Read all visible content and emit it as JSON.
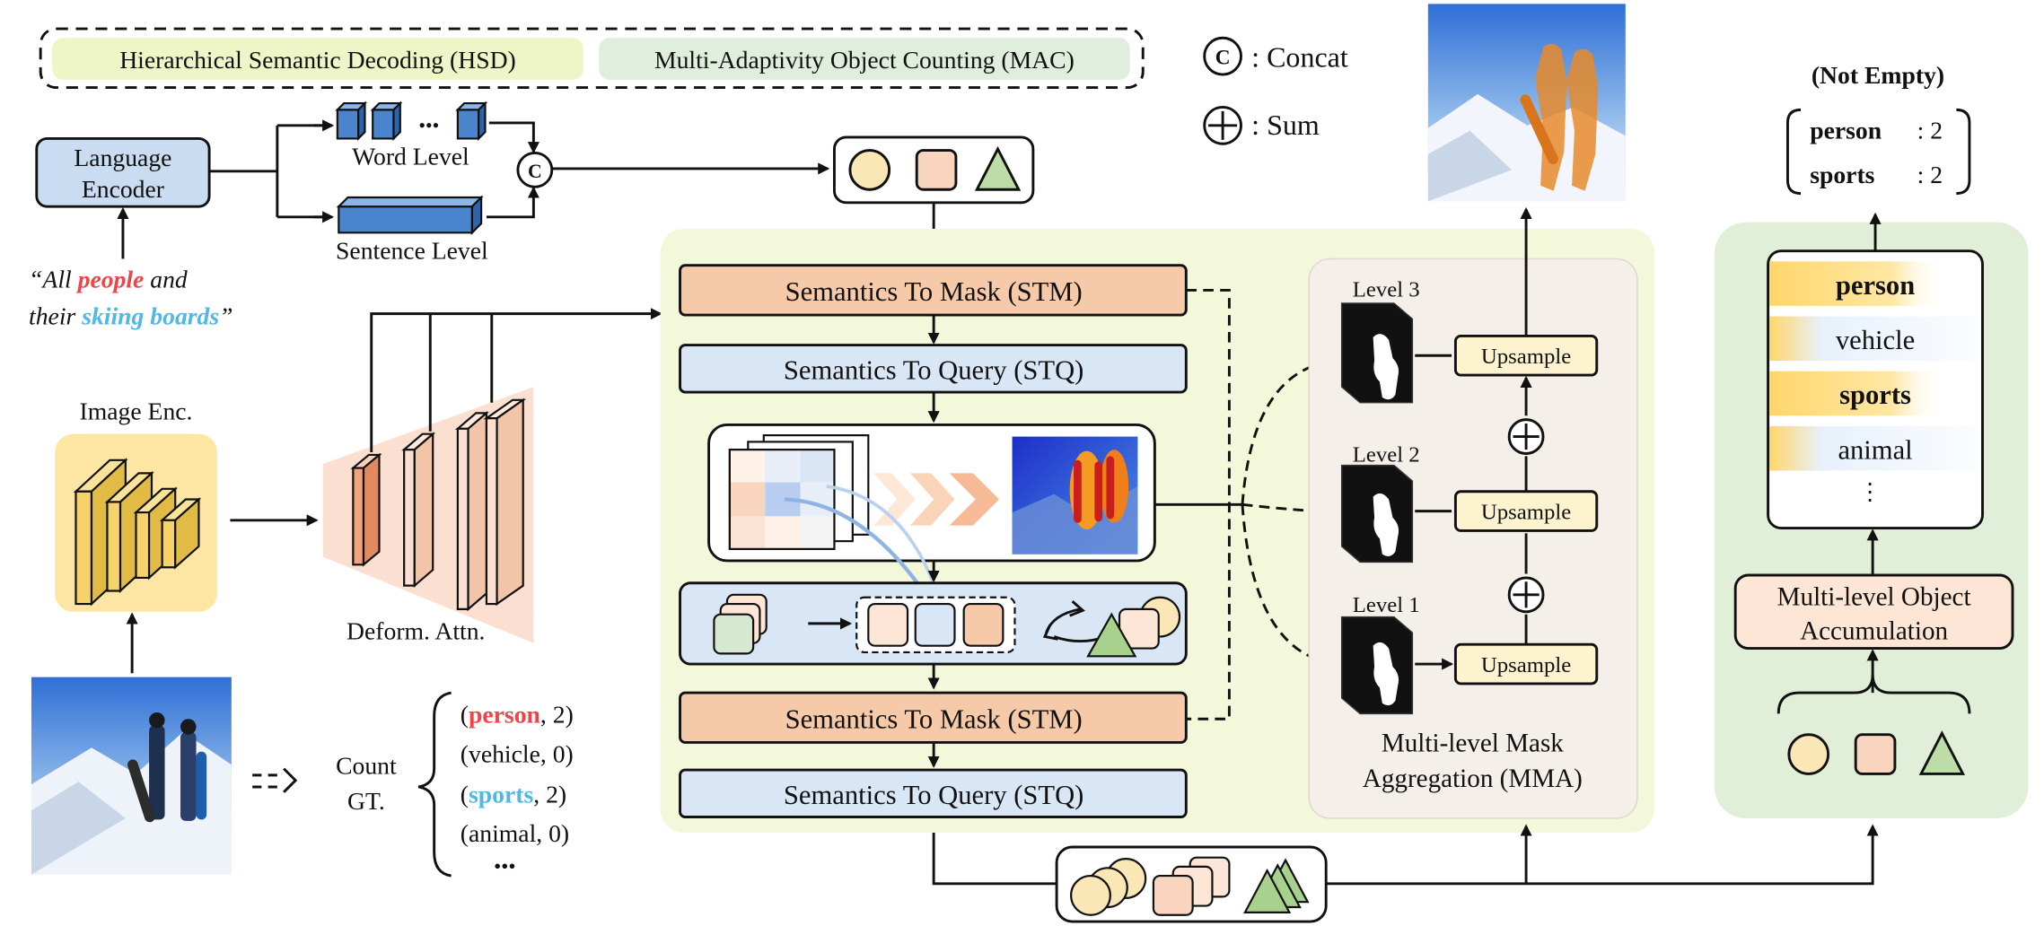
{
  "legend": {
    "hsd": "Hierarchical Semantic Decoding (HSD)",
    "mac": "Multi-Adaptivity Object Counting (MAC)",
    "concat_symbol": "C",
    "concat_label": ": Concat",
    "sum_label": ": Sum"
  },
  "language_encoder": {
    "line1": "Language",
    "line2": "Encoder",
    "word_level": "Word Level",
    "sentence_level": "Sentence Level",
    "concat_symbol": "C",
    "ellipsis": "•••"
  },
  "query_text": {
    "open_quote": "“All ",
    "word1": "people",
    "mid": " and",
    "line2_start": "their ",
    "word2": "skiing boards",
    "close_quote": "”"
  },
  "image_encoder": {
    "label": "Image Enc.",
    "deform_label": "Deform. Attn."
  },
  "count_gt": {
    "label_line1": "Count",
    "label_line2": "GT.",
    "items": [
      {
        "open": "(",
        "name": "person",
        "close": ", 2)"
      },
      {
        "open": "(",
        "name": "vehicle",
        "close": ", 0)"
      },
      {
        "open": "(",
        "name": "sports",
        "close": ", 2)"
      },
      {
        "open": "(",
        "name": "animal",
        "close": ", 0)"
      }
    ],
    "ellipsis": "•••"
  },
  "hsd": {
    "stm1": "Semantics To Mask (STM)",
    "stq1": "Semantics To Query (STQ)",
    "stm2": "Semantics To Mask (STM)",
    "stq2": "Semantics To Query (STQ)"
  },
  "mma": {
    "level3": "Level 3",
    "level2": "Level 2",
    "level1": "Level 1",
    "upsample": "Upsample",
    "title_line1": "Multi-level Mask",
    "title_line2": "Aggregation (MMA)"
  },
  "mac": {
    "not_empty": "(Not Empty)",
    "result": [
      {
        "name": "person",
        "value": ": 2"
      },
      {
        "name": "sports",
        "value": ": 2"
      }
    ],
    "categories": [
      "person",
      "vehicle",
      "sports",
      "animal"
    ],
    "vertical_ellipsis": "⋮",
    "accumulation_line1": "Multi-level Object",
    "accumulation_line2": "Accumulation"
  },
  "colors": {
    "person": "#f0444b",
    "sports": "#4fb8e6",
    "stm_fill": "#f6c9a9",
    "stq_fill": "#d8e6f5",
    "hsd_bg": "#f3f8da",
    "mac_bg": "#e2efd8",
    "mma_bg": "#f5efe9",
    "hsd_legend_fill": "#eef5c7",
    "mac_legend_fill": "#dfeedd"
  }
}
